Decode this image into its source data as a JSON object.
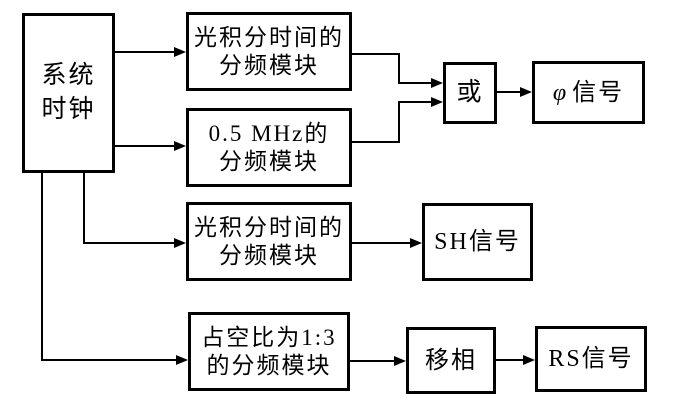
{
  "diagram": {
    "type": "block-diagram",
    "colors": {
      "line": "#000000",
      "background": "#ffffff",
      "text": "#000000"
    },
    "nodes": {
      "system_clock": {
        "line1": "系统",
        "line2": "时钟"
      },
      "light_integration_divider_top": {
        "line1": "光积分时间的",
        "line2": "分频模块"
      },
      "mhz_divider": {
        "line1": "0.5 MHz的",
        "line2": "分频模块"
      },
      "or_gate": {
        "label": "或"
      },
      "phi_signal": {
        "symbol": "φ",
        "text": "信号"
      },
      "light_integration_divider_mid": {
        "line1": "光积分时间的",
        "line2": "分频模块"
      },
      "sh_signal": {
        "label": "SH信号"
      },
      "duty_cycle_divider": {
        "line1": "占空比为1:3",
        "line2": "的分频模块"
      },
      "phase_shift": {
        "label": "移相"
      },
      "rs_signal": {
        "label": "RS信号"
      }
    },
    "edges": [
      {
        "from": "system_clock",
        "to": "light_integration_divider_top"
      },
      {
        "from": "system_clock",
        "to": "mhz_divider"
      },
      {
        "from": "light_integration_divider_top",
        "to": "or_gate"
      },
      {
        "from": "mhz_divider",
        "to": "or_gate"
      },
      {
        "from": "or_gate",
        "to": "phi_signal"
      },
      {
        "from": "system_clock",
        "to": "light_integration_divider_mid"
      },
      {
        "from": "light_integration_divider_mid",
        "to": "sh_signal"
      },
      {
        "from": "system_clock",
        "to": "duty_cycle_divider"
      },
      {
        "from": "duty_cycle_divider",
        "to": "phase_shift"
      },
      {
        "from": "phase_shift",
        "to": "rs_signal"
      }
    ]
  }
}
